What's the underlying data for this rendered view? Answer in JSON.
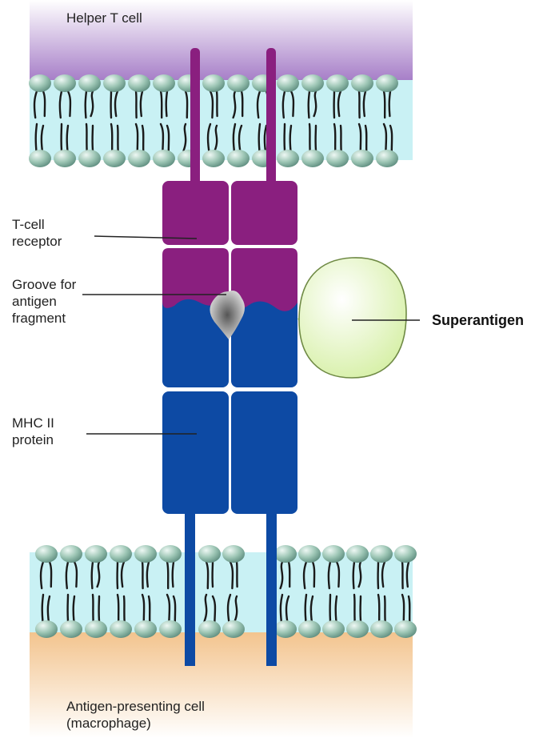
{
  "labels": {
    "helper_t_cell": "Helper T cell",
    "t_cell_receptor": [
      "T-cell",
      "receptor"
    ],
    "groove": [
      "Groove for",
      "antigen",
      "fragment"
    ],
    "mhc_ii": [
      "MHC II",
      "protein"
    ],
    "superantigen": "Superantigen",
    "apc": [
      "Antigen-presenting cell",
      "(macrophage)"
    ]
  },
  "colors": {
    "t_cell_receptor": "#8a1f7f",
    "mhc_ii_protein": "#0d4aa4",
    "superantigen": "#e6f7c6",
    "superantigen_edge": "#6f8a45",
    "membrane_interior": "#c9f1f4",
    "lipid_head": "#9cc5b4",
    "helper_t_cytoplasm": "#a77fc8",
    "apc_cytoplasm": "#f3c48e",
    "groove": "#8c8c8c"
  }
}
